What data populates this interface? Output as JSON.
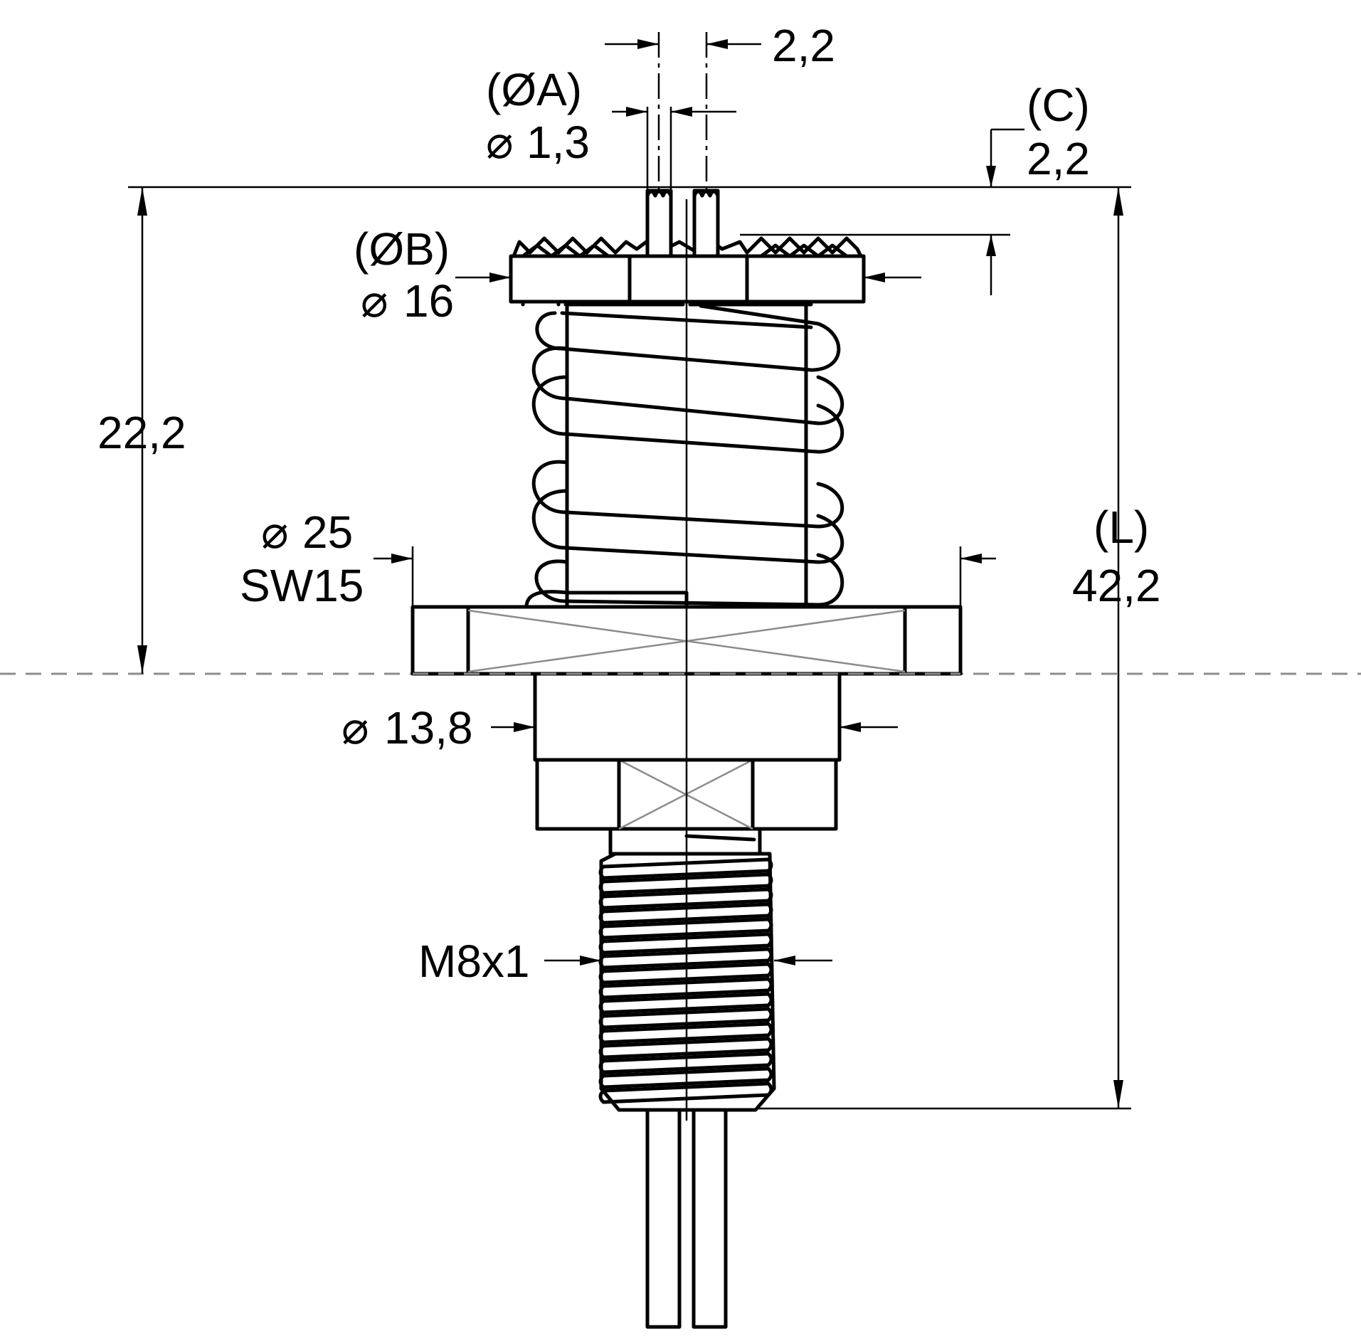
{
  "labels": {
    "pin_pitch": "2,2",
    "pin_diameter_ref": "(ØA)",
    "pin_diameter": "1,3",
    "pin_protrusion_ref": "(C)",
    "pin_protrusion": "2,2",
    "head_diameter_ref": "(ØB)",
    "head_diameter": "16",
    "height_to_flange": "22,2",
    "flange_diameter": "25",
    "wrench_size": "SW15",
    "total_length_ref": "(L)",
    "total_length": "42,2",
    "body_diameter": "13,8",
    "thread": "M8x1"
  },
  "symbols": {
    "diameter": "⌀"
  }
}
